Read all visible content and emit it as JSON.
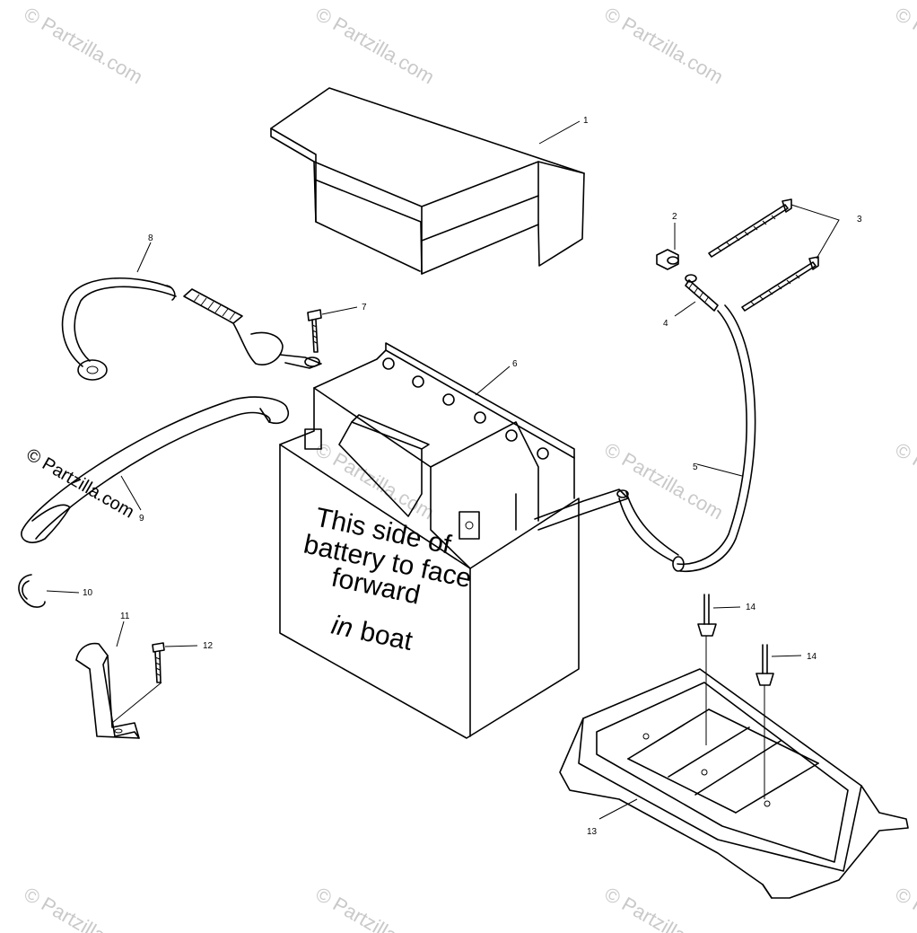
{
  "watermark": "© Partzilla.com",
  "credit": "© Partzilla.com",
  "battery_label": {
    "line1": "This side of",
    "line2": "battery to face",
    "line3": "forward",
    "line4_italic": "in",
    "line4_rest": "boat"
  },
  "callouts": {
    "p1": "1",
    "p2": "2",
    "p3": "3",
    "p4": "4",
    "p5": "5",
    "p6": "6",
    "p7": "7",
    "p8": "8",
    "p9": "9",
    "p10": "10",
    "p11": "11",
    "p12": "12",
    "p13": "13",
    "p14a": "14",
    "p14b": "14"
  }
}
